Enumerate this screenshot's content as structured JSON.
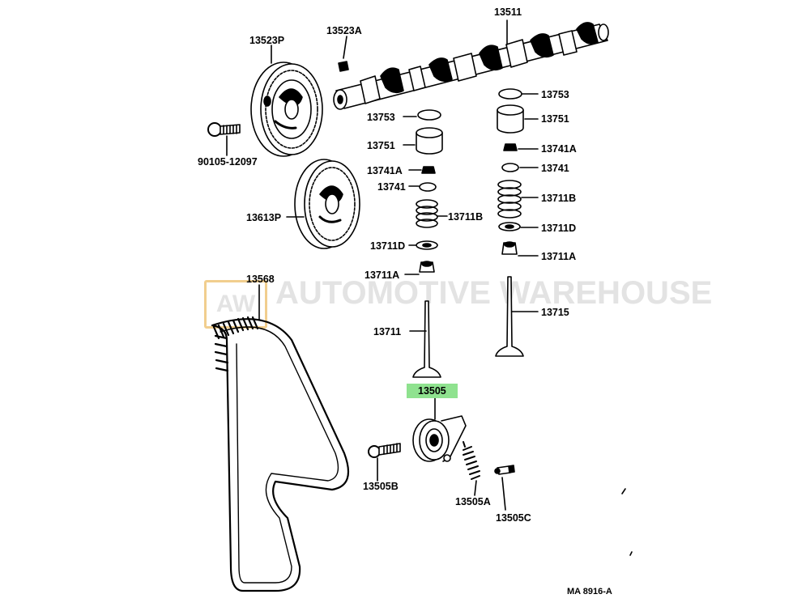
{
  "watermark": {
    "badge": "AW",
    "text": "AUTOMOTIVE WAREHOUSE"
  },
  "labels": {
    "p13511": "13511",
    "p13523P": "13523P",
    "p13523A": "13523A",
    "p90105": "90105-12097",
    "p13613P": "13613P",
    "p13753_l": "13753",
    "p13751_l": "13751",
    "p13741A_l": "13741A",
    "p13741_l": "13741",
    "p13711B_l": "13711B",
    "p13711D_l": "13711D",
    "p13711A_l": "13711A",
    "p13711": "13711",
    "p13753_r": "13753",
    "p13751_r": "13751",
    "p13741A_r": "13741A",
    "p13741_r": "13741",
    "p13711B_r": "13711B",
    "p13711D_r": "13711D",
    "p13711A_r": "13711A",
    "p13715": "13715",
    "p13568": "13568",
    "p13505": "13505",
    "p13505B": "13505B",
    "p13505A": "13505A",
    "p13505C": "13505C",
    "ref": "MA 8916-A"
  },
  "highlighted_part": "13505",
  "highlight_color": "#8fe28f"
}
